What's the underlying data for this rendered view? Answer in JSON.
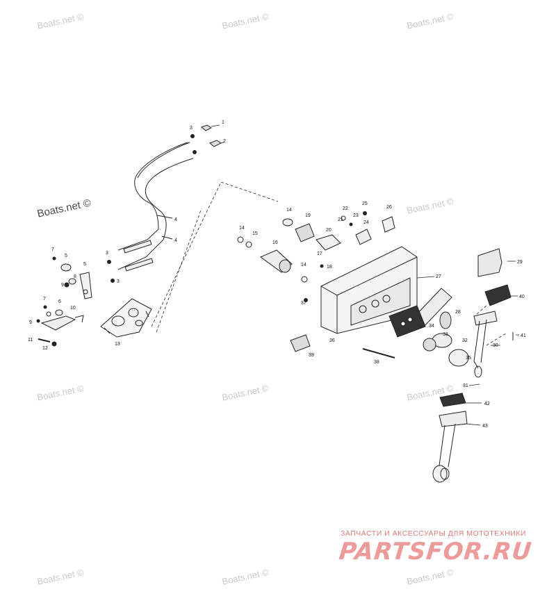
{
  "watermarks": [
    "Boats.net ©",
    "Boats.net ©",
    "Boats.net ©",
    "Boats.net ©",
    "Boats.net ©",
    "Boats.net ©",
    "Boats.net ©",
    "Boats.net ©",
    "Boats.net ©",
    "Boats.net ©",
    "Boats.net ©"
  ],
  "brand": {
    "tagline": "ЗАПЧАСТИ И АКСЕССУАРЫ ДЛЯ МОТОТЕХНИКИ",
    "logo": "PARTSFOR.RU",
    "color": "#ec9a9a"
  },
  "callouts": {
    "n1": "1",
    "n2": "2",
    "n3a": "3",
    "n3b": "3",
    "n3c": "3",
    "n4a": "4",
    "n4b": "4",
    "n5a": "5",
    "n5b": "5",
    "n6": "6",
    "n7a": "7",
    "n7b": "7",
    "n8": "8",
    "n9a": "9",
    "n9b": "9",
    "n10": "10",
    "n11": "11",
    "n12": "12",
    "n13": "13",
    "n14a": "14",
    "n14b": "14",
    "n14c": "14",
    "n15": "15",
    "n16": "16",
    "n17": "17",
    "n18": "18",
    "n19": "19",
    "n20": "20",
    "n21": "21",
    "n22": "22",
    "n23": "23",
    "n24": "24",
    "n25": "25",
    "n26": "26",
    "n27": "27",
    "n28": "28",
    "n29": "29",
    "n30": "30",
    "n31": "31",
    "n32": "32",
    "n33": "33",
    "n34": "34",
    "n35": "35",
    "n36": "36",
    "n37": "37",
    "n38": "38",
    "n39": "39",
    "n40": "40",
    "n41": "41",
    "n42": "42",
    "n43": "43"
  }
}
